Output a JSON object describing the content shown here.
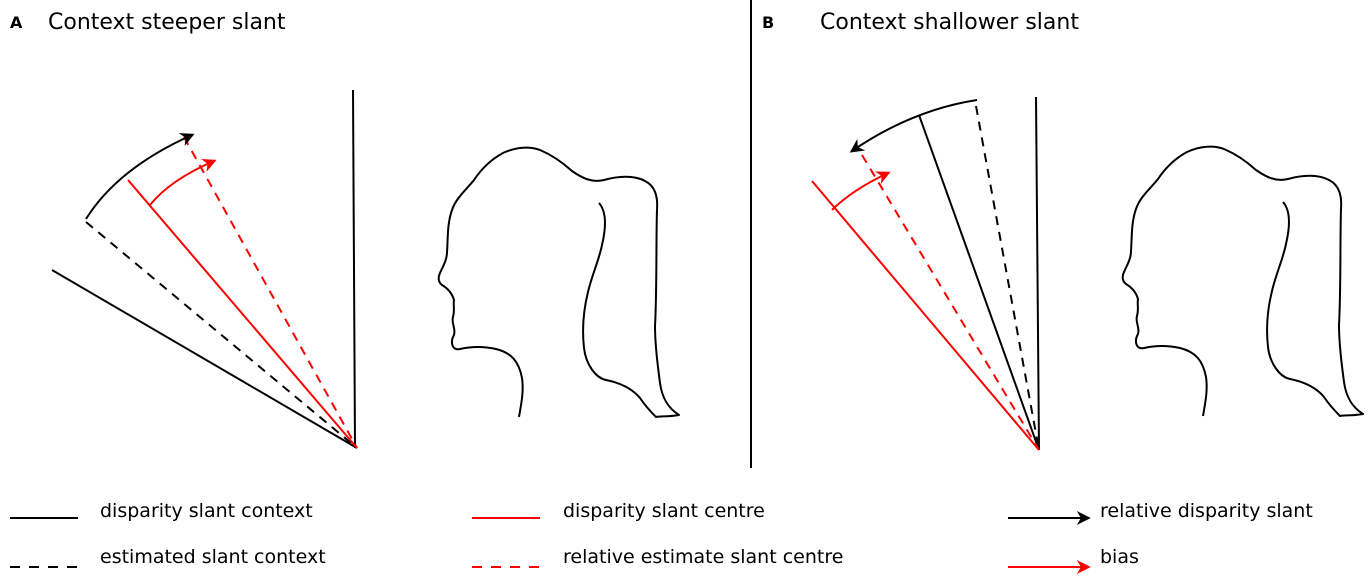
{
  "panels": [
    {
      "letter": "A",
      "title": "Context steeper slant"
    },
    {
      "letter": "B",
      "title": "Context shallower slant"
    }
  ],
  "legend": [
    {
      "label": "disparity slant context",
      "style": "solid",
      "color": "#000000"
    },
    {
      "label": "estimated slant context",
      "style": "dashed",
      "color": "#000000"
    },
    {
      "label": "disparity slant centre",
      "style": "solid",
      "color": "#ff0000"
    },
    {
      "label": "relative estimate slant centre",
      "style": "dashed",
      "color": "#ff0000"
    },
    {
      "label": "relative disparity slant",
      "style": "arrow",
      "color": "#000000"
    },
    {
      "label": "bias",
      "style": "arrow",
      "color": "#ff0000"
    }
  ],
  "colors": {
    "black": "#000000",
    "red": "#ff0000"
  }
}
